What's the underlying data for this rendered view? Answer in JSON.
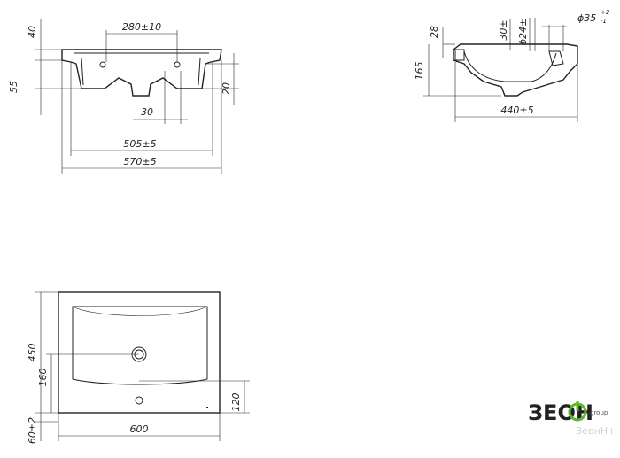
{
  "front_view": {
    "dims": {
      "top_width": "280±10",
      "h40": "40",
      "h55": "55",
      "h20": "20",
      "w30": "30",
      "w505": "505±5",
      "w570": "570±5"
    }
  },
  "side_view": {
    "dims": {
      "h28": "28",
      "d30": "30±",
      "d24": "ϕ24±",
      "d35": "ϕ35",
      "d35_tol_top": "+2",
      "d35_tol_bot": "-1",
      "h165": "165",
      "w440": "440±5"
    }
  },
  "top_view": {
    "dims": {
      "h450": "450",
      "h160": "160",
      "h120": "120",
      "w600": "600",
      "h60": "60±2"
    }
  },
  "brand": {
    "logo": "ЗЕОН",
    "logo_sub": "group",
    "watermark": "ЗеонН+"
  },
  "colors": {
    "ink": "#222222",
    "logo_green": "#5cb82b"
  }
}
